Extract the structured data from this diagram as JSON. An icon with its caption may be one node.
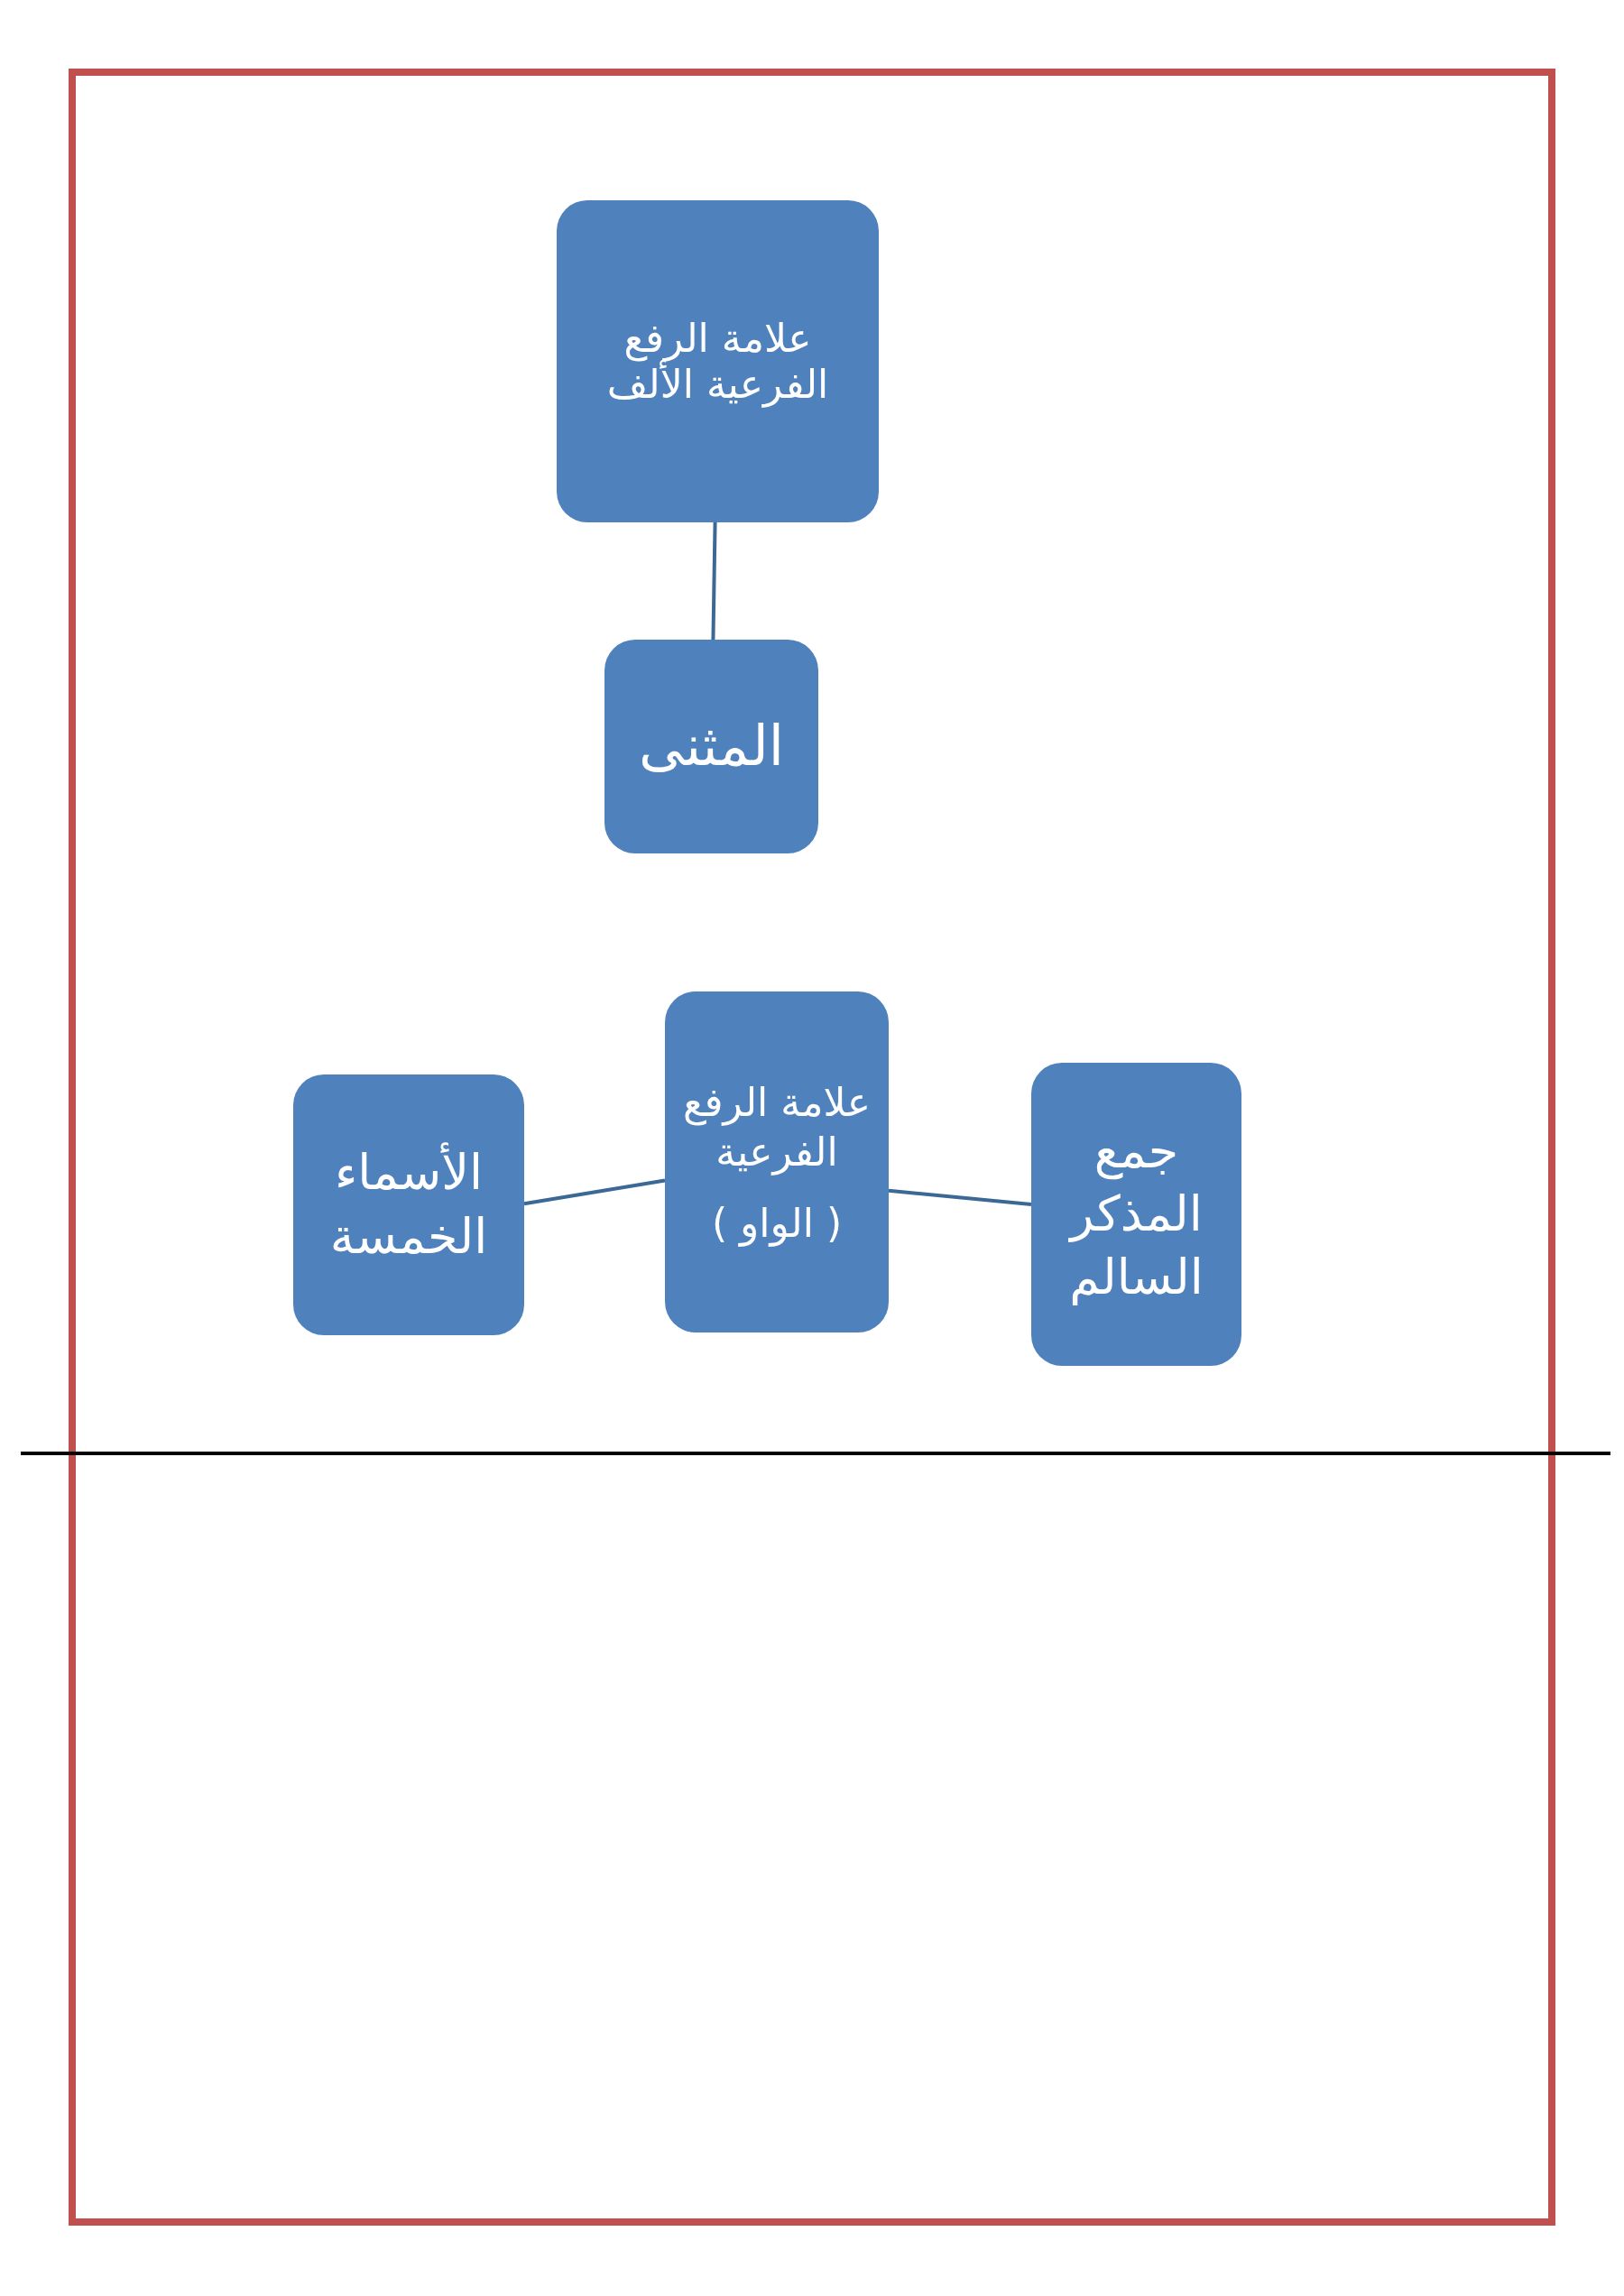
{
  "diagram": {
    "nodes": [
      {
        "text": [
          "علامة الرفع الفرعية الألف"
        ]
      },
      {
        "text": [
          "المثنى"
        ]
      },
      {
        "text": [
          "علامة الرفع الفرعية",
          "( الواو )"
        ]
      },
      {
        "text": [
          "جمع المذكر السالم"
        ]
      },
      {
        "text": [
          "الأسماء الخمسة"
        ]
      }
    ],
    "edges": [
      {
        "from": 0,
        "to": 1,
        "arrow": "none"
      },
      {
        "from": 4,
        "to": 2,
        "arrow": "none"
      },
      {
        "from": 2,
        "to": 3,
        "arrow": "none"
      }
    ]
  }
}
